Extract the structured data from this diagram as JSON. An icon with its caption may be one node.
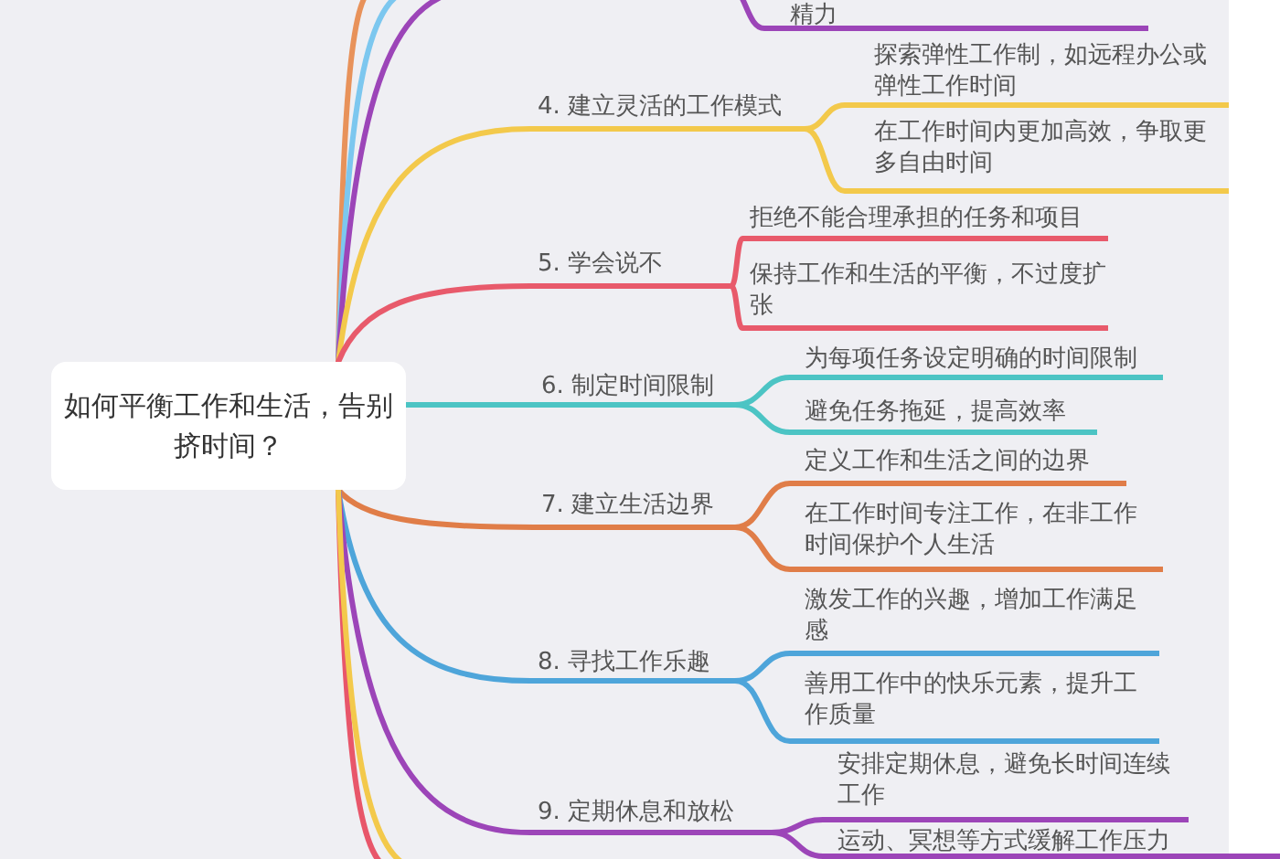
{
  "diagram": {
    "nodes": [
      {
        "text": [
          "如何平衡工作和生活，告别挤时间？"
        ]
      },
      {
        "text": [
          "精力"
        ]
      },
      {
        "text": [
          "4. 建立灵活的工作模式"
        ]
      },
      {
        "text": [
          "探索弹性工作制，如远程办公或弹性工作时间"
        ]
      },
      {
        "text": [
          "在工作时间内更加高效，争取更多自由时间"
        ]
      },
      {
        "text": [
          "5. 学会说不"
        ]
      },
      {
        "text": [
          "拒绝不能合理承担的任务和项目"
        ]
      },
      {
        "text": [
          "保持工作和生活的平衡，不过度扩张"
        ]
      },
      {
        "text": [
          "6. 制定时间限制"
        ]
      },
      {
        "text": [
          "为每项任务设定明确的时间限制"
        ]
      },
      {
        "text": [
          "避免任务拖延，提高效率"
        ]
      },
      {
        "text": [
          "7. 建立生活边界"
        ]
      },
      {
        "text": [
          "定义工作和生活之间的边界"
        ]
      },
      {
        "text": [
          "在工作时间专注工作，在非工作时间保护个人生活"
        ]
      },
      {
        "text": [
          "8. 寻找工作乐趣"
        ]
      },
      {
        "text": [
          "激发工作的兴趣，增加工作满足感"
        ]
      },
      {
        "text": [
          "善用工作中的快乐元素，提升工作质量"
        ]
      },
      {
        "text": [
          "9. 定期休息和放松"
        ]
      },
      {
        "text": [
          "安排定期休息，避免长时间连续工作"
        ]
      },
      {
        "text": [
          "运动、冥想等方式缓解工作压力"
        ]
      }
    ],
    "edges": [
      {
        "from": 0,
        "to": null,
        "arrow": "none",
        "color": "#e8925a"
      },
      {
        "from": 0,
        "to": null,
        "arrow": "none",
        "color": "#7cc7ef"
      },
      {
        "from": 0,
        "to": null,
        "arrow": "none",
        "color": "#9c45b8"
      },
      {
        "from": null,
        "to": 1,
        "arrow": "none",
        "color": "#9c45b8"
      },
      {
        "from": 0,
        "to": 2,
        "arrow": "none",
        "color": "#f3c94b"
      },
      {
        "from": 2,
        "to": 3,
        "arrow": "none",
        "color": "#f3c94b"
      },
      {
        "from": 2,
        "to": 4,
        "arrow": "none",
        "color": "#f3c94b"
      },
      {
        "from": 0,
        "to": 5,
        "arrow": "none",
        "color": "#e85a6b"
      },
      {
        "from": 5,
        "to": 6,
        "arrow": "none",
        "color": "#e85a6b"
      },
      {
        "from": 5,
        "to": 7,
        "arrow": "none",
        "color": "#e85a6b"
      },
      {
        "from": 0,
        "to": 8,
        "arrow": "none",
        "color": "#4cc4c4"
      },
      {
        "from": 8,
        "to": 9,
        "arrow": "none",
        "color": "#4cc4c4"
      },
      {
        "from": 8,
        "to": 10,
        "arrow": "none",
        "color": "#4cc4c4"
      },
      {
        "from": 0,
        "to": 11,
        "arrow": "none",
        "color": "#e07d48"
      },
      {
        "from": 11,
        "to": 12,
        "arrow": "none",
        "color": "#e07d48"
      },
      {
        "from": 11,
        "to": 13,
        "arrow": "none",
        "color": "#e07d48"
      },
      {
        "from": 0,
        "to": 14,
        "arrow": "none",
        "color": "#4ea5da"
      },
      {
        "from": 14,
        "to": 15,
        "arrow": "none",
        "color": "#4ea5da"
      },
      {
        "from": 14,
        "to": 16,
        "arrow": "none",
        "color": "#4ea5da"
      },
      {
        "from": 0,
        "to": 17,
        "arrow": "none",
        "color": "#9c45b8"
      },
      {
        "from": 17,
        "to": 18,
        "arrow": "none",
        "color": "#9c45b8"
      },
      {
        "from": 17,
        "to": 19,
        "arrow": "none",
        "color": "#9c45b8"
      },
      {
        "from": 0,
        "to": null,
        "arrow": "none",
        "color": "#e8566a"
      },
      {
        "from": 0,
        "to": null,
        "arrow": "none",
        "color": "#f3c94b"
      }
    ]
  }
}
